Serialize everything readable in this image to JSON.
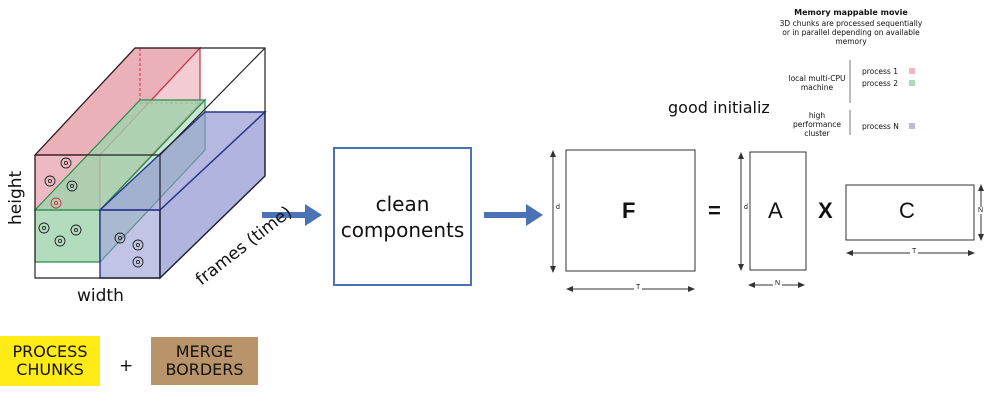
{
  "cube": {
    "label_height": "height",
    "label_width": "width",
    "label_frames": "frames (time)"
  },
  "clean_box": {
    "line1": "clean",
    "line2": "components"
  },
  "equation": {
    "F": "F",
    "equals": "=",
    "A": "A",
    "times": "X",
    "C": "C",
    "dim_d_F": "d",
    "dim_d_A": "d",
    "dim_T_F": "T",
    "dim_N_A": "N",
    "dim_N_C": "N",
    "dim_T_C": "T"
  },
  "good_init": "good initializ",
  "legend": {
    "title": "Memory mappable movie",
    "desc1": "3D chunks are processed sequentially",
    "desc2": "or in parallel depending on available",
    "desc3": "memory",
    "local_line1": "local multi-CPU",
    "local_line2": "machine",
    "hpc_line1": "high",
    "hpc_line2": "performance",
    "hpc_line3": "cluster",
    "process1": "process 1",
    "process2": "process 2",
    "processN": "process N",
    "colors": {
      "process1": "#f4b6bd",
      "process2": "#a8dcb8",
      "processN": "#b9bde0"
    }
  },
  "tags": {
    "process_line1": "PROCESS",
    "process_line2": "CHUNKS",
    "plus": "+",
    "merge_line1": "MERGE",
    "merge_line2": "BORDERS"
  },
  "colors": {
    "red_chunk": "#e8a3ad",
    "green_chunk": "#9fd3ac",
    "blue_chunk": "#8e94d0",
    "arrow": "#4a72b5",
    "process_tag": "#ffec17",
    "merge_tag": "#b9936a"
  },
  "icons": [
    "neuron-gear-icon",
    "arrow-right-icon"
  ]
}
